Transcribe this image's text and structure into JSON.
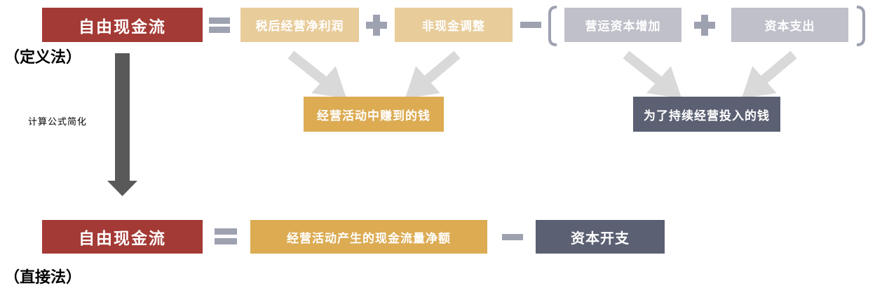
{
  "definition": {
    "fcf": "自由现金流",
    "nopat": "税后经营净利润",
    "noncash": "非现金调整",
    "wc": "营运资本增加",
    "capex": "资本支出",
    "earned": "经营活动中赚到的钱",
    "invested": "为了持续经营投入的钱",
    "method": "（定义法）"
  },
  "simplify_label": "计算公式简化",
  "direct": {
    "fcf": "自由现金流",
    "ocf": "经营活动产生的现金流量净额",
    "capex": "资本开支",
    "method": "（直接法）"
  },
  "colors": {
    "red": "#a43a35",
    "tan": "#e8cc9a",
    "gold": "#dcab52",
    "gray": "#bfc0c9",
    "slate": "#5b6073"
  }
}
